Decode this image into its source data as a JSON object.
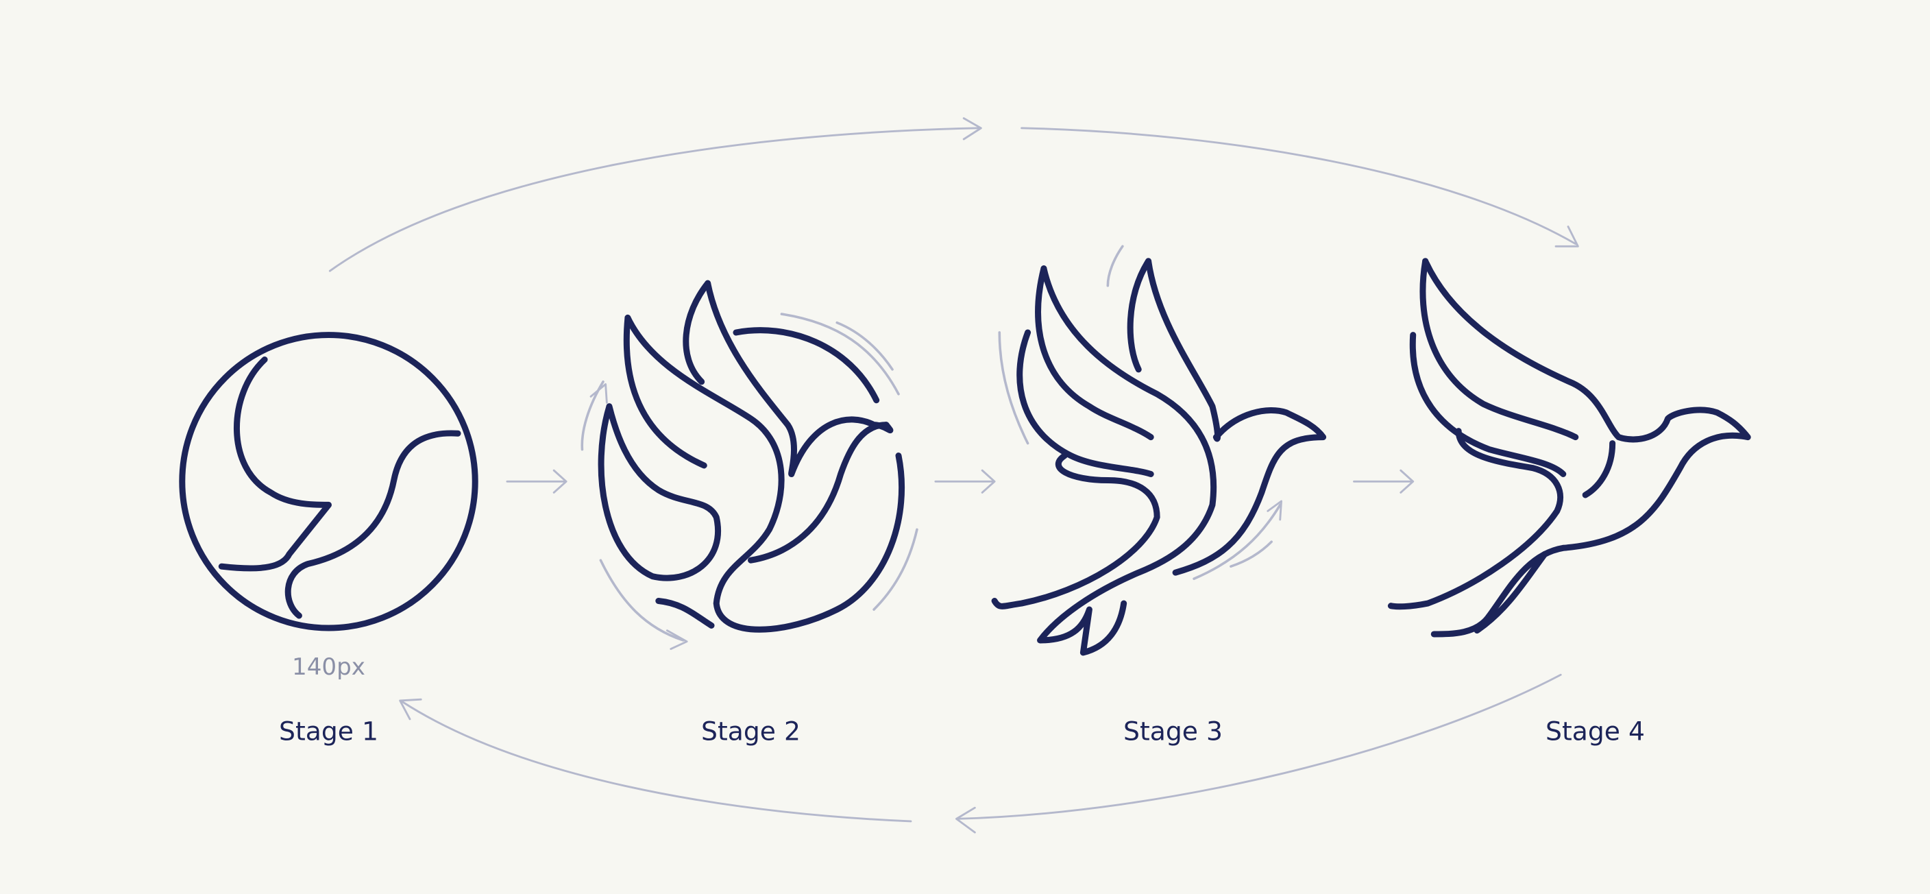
{
  "size_annotation": "140px",
  "stages": [
    {
      "label": "Stage 1",
      "icon": "circle-bird-icon"
    },
    {
      "label": "Stage 2",
      "icon": "bird-emerging-icon"
    },
    {
      "label": "Stage 3",
      "icon": "bird-flapping-icon"
    },
    {
      "label": "Stage 4",
      "icon": "bird-flying-icon"
    }
  ],
  "colors": {
    "stroke": "#1c2459",
    "arrows": "#b4b8cc",
    "background": "#f7f7f2",
    "size_text": "#8a8fa6"
  }
}
